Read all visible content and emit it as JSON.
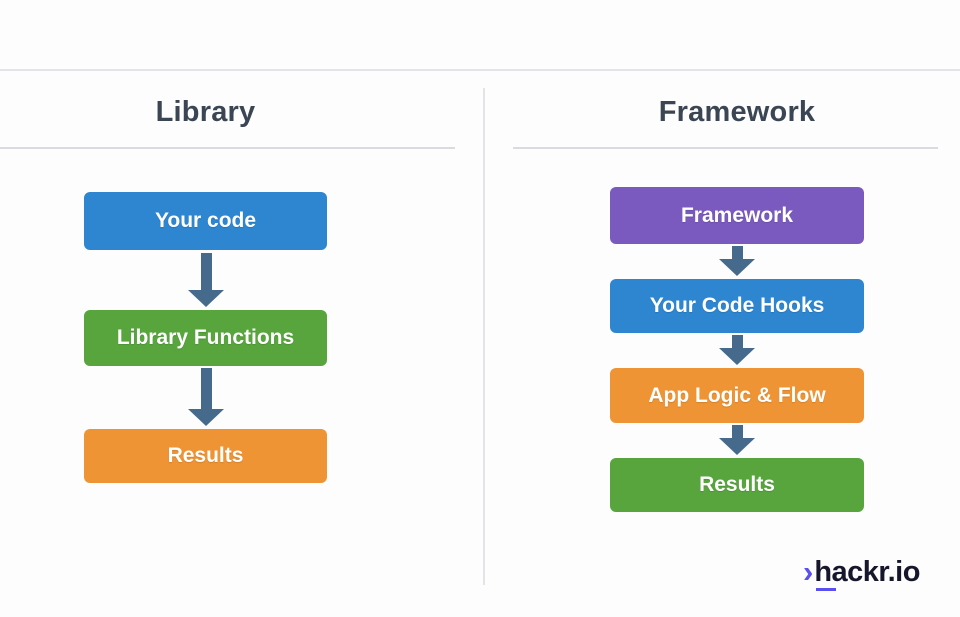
{
  "diagram": {
    "columns": [
      {
        "title": "Library",
        "steps": [
          {
            "label": "Your code",
            "color": "#2e86d1"
          },
          {
            "label": "Library Functions",
            "color": "#58a53e"
          },
          {
            "label": "Results",
            "color": "#ee9434"
          }
        ]
      },
      {
        "title": "Framework",
        "steps": [
          {
            "label": "Framework",
            "color": "#7a5abe"
          },
          {
            "label": "Your Code Hooks",
            "color": "#2e86d1"
          },
          {
            "label": "App Logic & Flow",
            "color": "#ee9434"
          },
          {
            "label": "Results",
            "color": "#58a53e"
          }
        ]
      }
    ]
  },
  "colors": {
    "arrow": "#466a8c",
    "heading": "#3b4654",
    "divider": "#e3e4e9",
    "box_text": "#ffffff",
    "background": "#fdfdfd",
    "logo_text": "#16162d",
    "logo_accent": "#5a4ff0"
  },
  "logo": {
    "chevron": "›",
    "text": "hackr.io"
  }
}
